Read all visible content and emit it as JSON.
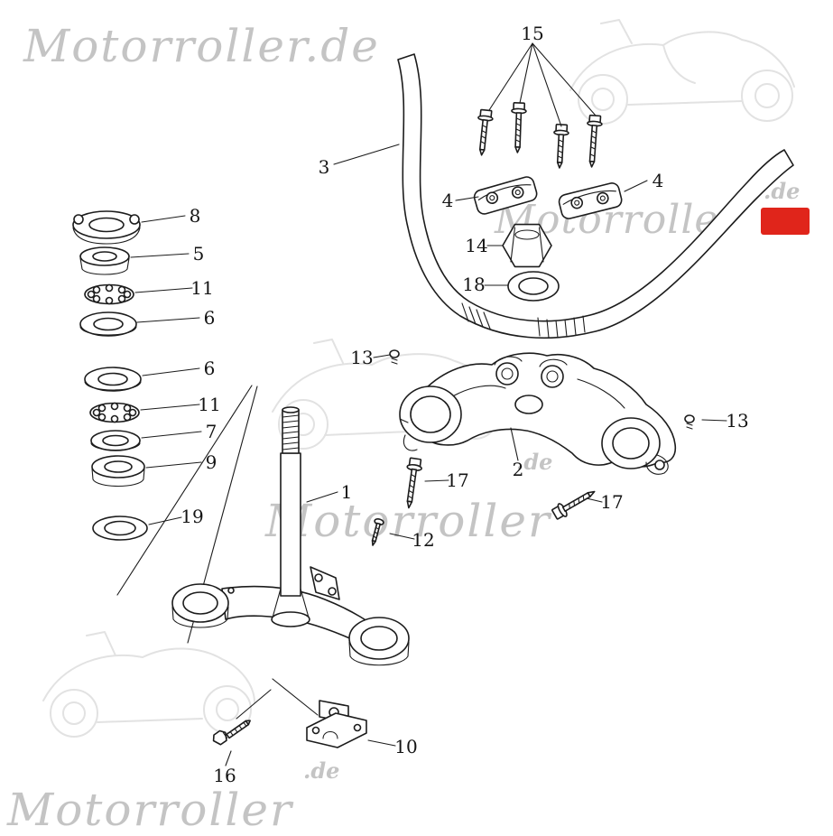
{
  "colors": {
    "line": "#1c1c1c",
    "watermark_text": "#c4c4c4",
    "watermark_sketch": "#e2e2e2",
    "badge_red": "#e0251b",
    "background": "#ffffff"
  },
  "watermarks": {
    "top_left": "Motorroller.de",
    "center": "Motorroller",
    "center_de": ".de",
    "right": "Motorroller",
    "right_de": ".de",
    "bottom": "Motorroller",
    "bottom_de": ".de"
  },
  "diagram": {
    "description": "Exploded parts diagram of handlebar and steering stem assembly",
    "labels": {
      "l15": {
        "text": "15"
      },
      "l3": {
        "text": "3"
      },
      "l4a": {
        "text": "4"
      },
      "l4b": {
        "text": "4"
      },
      "l14": {
        "text": "14"
      },
      "l18": {
        "text": "18"
      },
      "l8": {
        "text": "8"
      },
      "l5": {
        "text": "5"
      },
      "l11a": {
        "text": "11"
      },
      "l6a": {
        "text": "6"
      },
      "l6b": {
        "text": "6"
      },
      "l11b": {
        "text": "11"
      },
      "l7": {
        "text": "7"
      },
      "l9": {
        "text": "9"
      },
      "l19": {
        "text": "19"
      },
      "l1": {
        "text": "1"
      },
      "l13a": {
        "text": "13"
      },
      "l13b": {
        "text": "13"
      },
      "l2": {
        "text": "2"
      },
      "l17a": {
        "text": "17"
      },
      "l17b": {
        "text": "17"
      },
      "l12": {
        "text": "12"
      },
      "l10": {
        "text": "10"
      },
      "l16": {
        "text": "16"
      }
    }
  }
}
